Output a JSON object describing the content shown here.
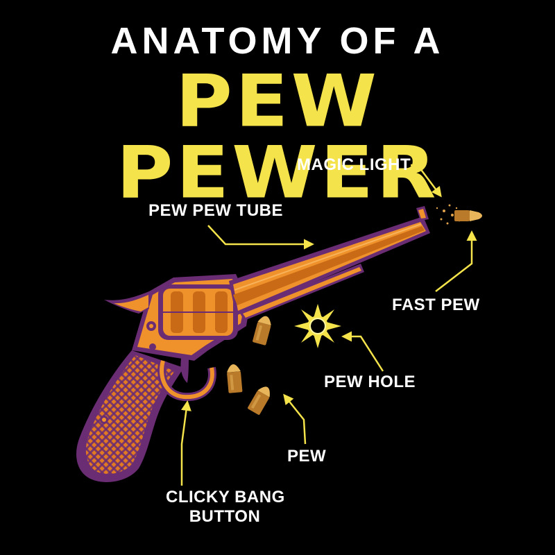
{
  "title": {
    "line1": "ANATOMY OF A",
    "line2": "PEW PEWER"
  },
  "labels": {
    "magic_light": "MAGIC LIGHT",
    "pew_pew_tube": "PEW PEW TUBE",
    "fast_pew": "FAST PEW",
    "pew_hole": "PEW HOLE",
    "pew": "PEW",
    "clicky_bang_line1": "CLICKY BANG",
    "clicky_bang_line2": "BUTTON"
  },
  "colors": {
    "background": "#000000",
    "title_white": "#ffffff",
    "title_yellow": "#f4e34a",
    "gun_orange": "#f0922b",
    "gun_dark_orange": "#c96a16",
    "gun_purple": "#6a2d73",
    "bullet_gold": "#e0a24a",
    "arrow_yellow": "#f4e34a"
  }
}
